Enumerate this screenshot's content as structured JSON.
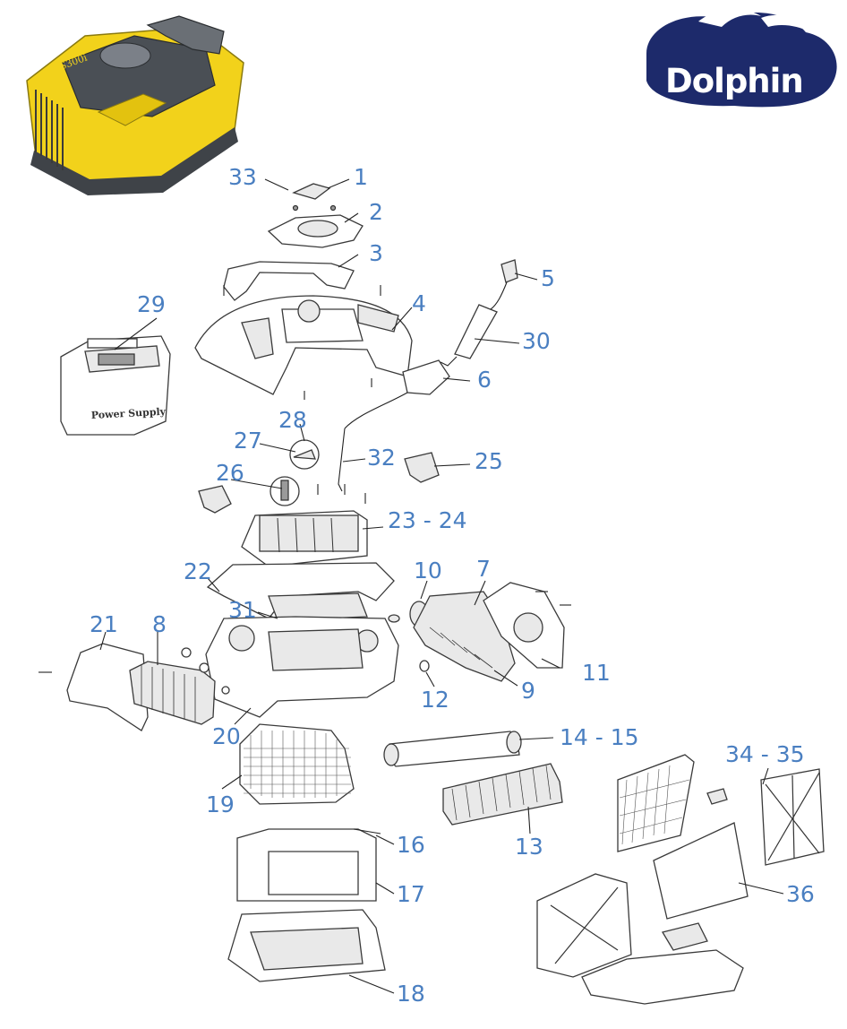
{
  "brand": {
    "logo_text": "Dolphin",
    "colors": {
      "navy": "#1d2a6b",
      "callout_blue": "#4a7fc1",
      "robot_yellow": "#f2d21b",
      "robot_grey": "#4a4f55"
    }
  },
  "product_image": {
    "badge_text": "S300i"
  },
  "power_supply": {
    "label": "Power Supply"
  },
  "callouts": [
    {
      "id": "c1",
      "text": "1"
    },
    {
      "id": "c2",
      "text": "2"
    },
    {
      "id": "c3",
      "text": "3"
    },
    {
      "id": "c4",
      "text": "4"
    },
    {
      "id": "c5",
      "text": "5"
    },
    {
      "id": "c6",
      "text": "6"
    },
    {
      "id": "c7",
      "text": "7"
    },
    {
      "id": "c8",
      "text": "8"
    },
    {
      "id": "c9",
      "text": "9"
    },
    {
      "id": "c10",
      "text": "10"
    },
    {
      "id": "c11",
      "text": "11"
    },
    {
      "id": "c12",
      "text": "12"
    },
    {
      "id": "c13",
      "text": "13"
    },
    {
      "id": "c14",
      "text": "14 - 15"
    },
    {
      "id": "c16",
      "text": "16"
    },
    {
      "id": "c17",
      "text": "17"
    },
    {
      "id": "c18",
      "text": "18"
    },
    {
      "id": "c19",
      "text": "19"
    },
    {
      "id": "c20",
      "text": "20"
    },
    {
      "id": "c21",
      "text": "21"
    },
    {
      "id": "c22",
      "text": "22"
    },
    {
      "id": "c23",
      "text": "23 - 24"
    },
    {
      "id": "c25",
      "text": "25"
    },
    {
      "id": "c26",
      "text": "26"
    },
    {
      "id": "c27",
      "text": "27"
    },
    {
      "id": "c28",
      "text": "28"
    },
    {
      "id": "c29",
      "text": "29"
    },
    {
      "id": "c30",
      "text": "30"
    },
    {
      "id": "c31",
      "text": "31"
    },
    {
      "id": "c32",
      "text": "32"
    },
    {
      "id": "c33",
      "text": "33"
    },
    {
      "id": "c34",
      "text": "34 - 35"
    },
    {
      "id": "c36",
      "text": "36"
    }
  ]
}
